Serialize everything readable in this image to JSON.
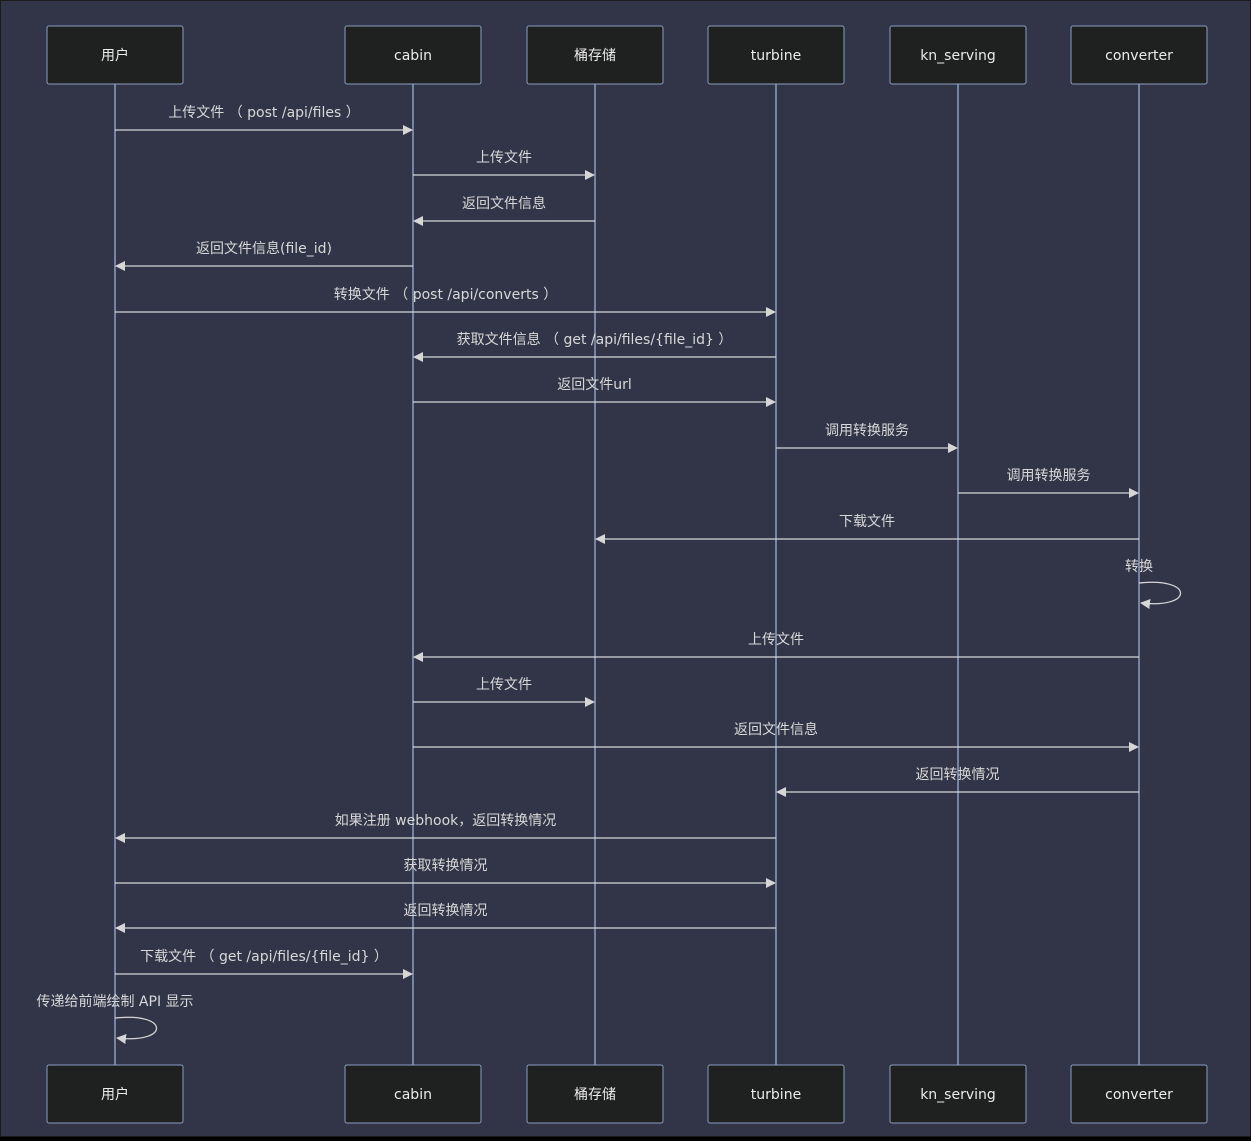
{
  "colors": {
    "background": "#323548",
    "frame_border": "#1a1a1a",
    "actor_box_fill": "#1f2020",
    "actor_box_border": "#8aa0c0",
    "lifeline": "#8aa0c0",
    "message_line": "#d6d6d6",
    "text": "#e6e6e6"
  },
  "participants": [
    {
      "id": "user",
      "label": "用户"
    },
    {
      "id": "cabin",
      "label": "cabin"
    },
    {
      "id": "bucket",
      "label": "桶存储"
    },
    {
      "id": "turbine",
      "label": "turbine"
    },
    {
      "id": "kn_serving",
      "label": "kn_serving"
    },
    {
      "id": "converter",
      "label": "converter"
    }
  ],
  "messages": [
    {
      "from": "user",
      "to": "cabin",
      "label": "上传文件 （ post /api/files ）"
    },
    {
      "from": "cabin",
      "to": "bucket",
      "label": "上传文件"
    },
    {
      "from": "bucket",
      "to": "cabin",
      "label": "返回文件信息"
    },
    {
      "from": "cabin",
      "to": "user",
      "label": "返回文件信息(file_id)"
    },
    {
      "from": "user",
      "to": "turbine",
      "label": "转换文件 （ post /api/converts ）"
    },
    {
      "from": "turbine",
      "to": "cabin",
      "label": "获取文件信息 （ get /api/files/{file_id} ）"
    },
    {
      "from": "cabin",
      "to": "turbine",
      "label": "返回文件url"
    },
    {
      "from": "turbine",
      "to": "kn_serving",
      "label": "调用转换服务"
    },
    {
      "from": "kn_serving",
      "to": "converter",
      "label": "调用转换服务"
    },
    {
      "from": "converter",
      "to": "bucket",
      "label": "下载文件"
    },
    {
      "from": "converter",
      "to": "converter",
      "label": "转换"
    },
    {
      "from": "converter",
      "to": "cabin",
      "label": "上传文件"
    },
    {
      "from": "cabin",
      "to": "bucket",
      "label": "上传文件"
    },
    {
      "from": "cabin",
      "to": "converter",
      "label": "返回文件信息"
    },
    {
      "from": "converter",
      "to": "turbine",
      "label": "返回转换情况"
    },
    {
      "from": "turbine",
      "to": "user",
      "label": "如果注册 webhook，返回转换情况"
    },
    {
      "from": "user",
      "to": "turbine",
      "label": "获取转换情况"
    },
    {
      "from": "turbine",
      "to": "user",
      "label": "返回转换情况"
    },
    {
      "from": "user",
      "to": "cabin",
      "label": "下载文件 （ get /api/files/{file_id} ）"
    },
    {
      "from": "user",
      "to": "user",
      "label": "传递给前端绘制 API 显示"
    }
  ]
}
